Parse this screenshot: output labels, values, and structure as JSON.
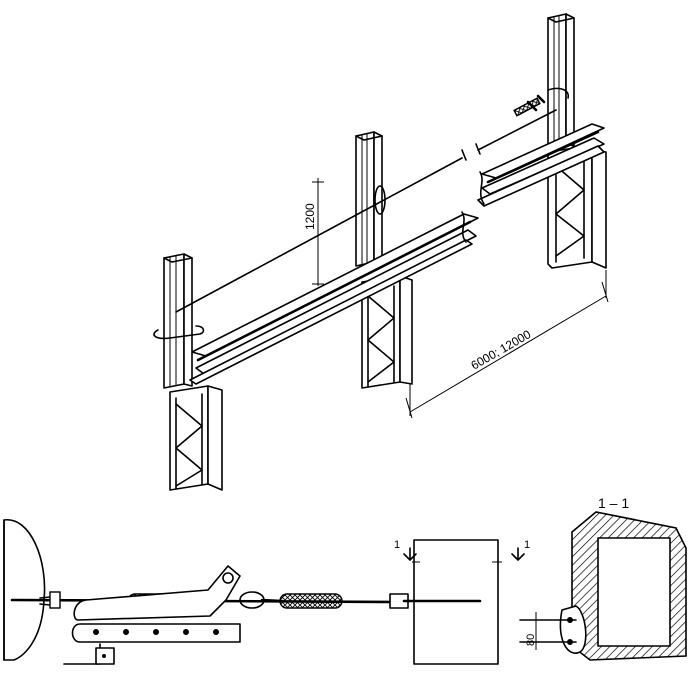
{
  "dimensions": {
    "height_label": "1200",
    "span_label": "6000; 12000",
    "anchor_spacing_label": "80"
  },
  "section": {
    "title": "1 – 1",
    "cut_mark_left": "1",
    "cut_mark_right": "1"
  }
}
